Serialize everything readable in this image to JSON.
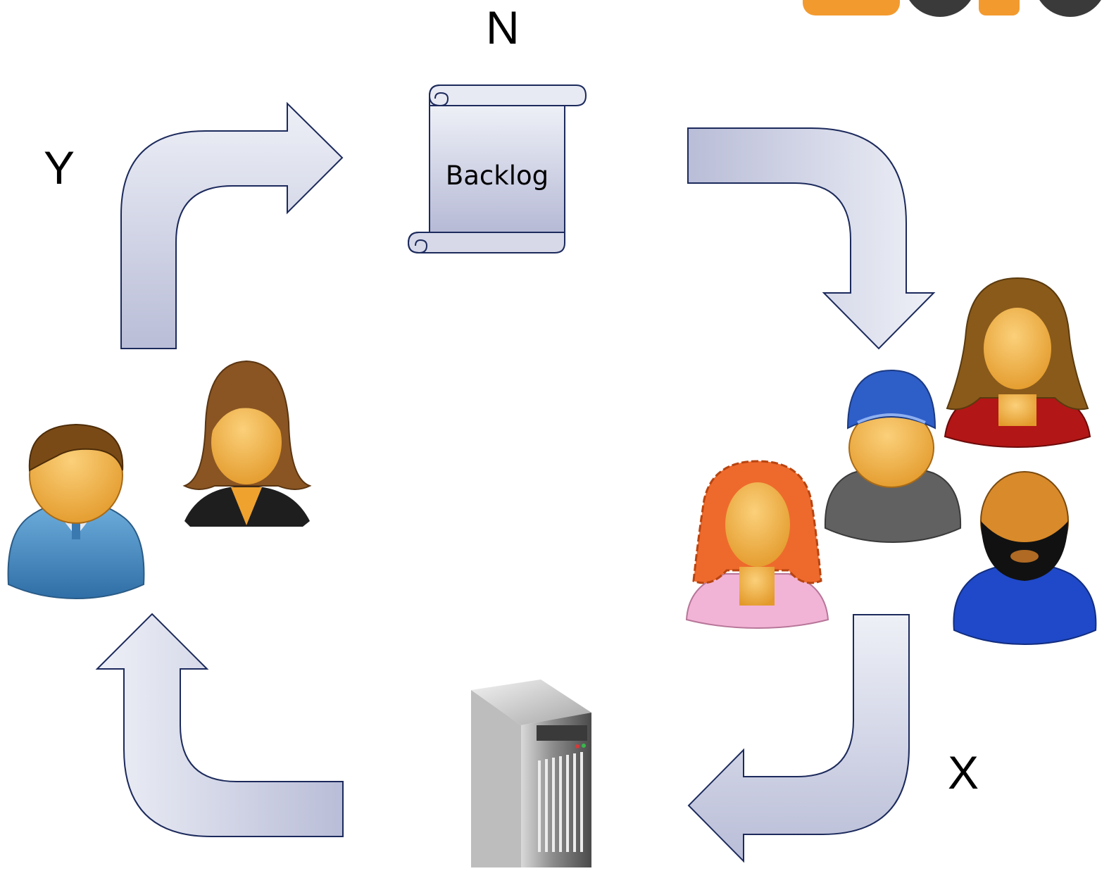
{
  "labels": {
    "n": "N",
    "y": "Y",
    "x": "X",
    "backlog": "Backlog"
  },
  "colors": {
    "arrow_fill_light": "#eef0f7",
    "arrow_fill_dark": "#b9bdd7",
    "arrow_stroke": "#1c2a5c",
    "logo_orange": "#f39a2e",
    "logo_dark": "#3a3a3a"
  },
  "icons": [
    "backlog-scroll-icon",
    "customer-man-icon",
    "customer-woman-icon",
    "team-member-cap-icon",
    "team-member-woman-red-icon",
    "team-member-woman-pink-icon",
    "team-member-bearded-icon",
    "server-icon",
    "logo-icon"
  ]
}
